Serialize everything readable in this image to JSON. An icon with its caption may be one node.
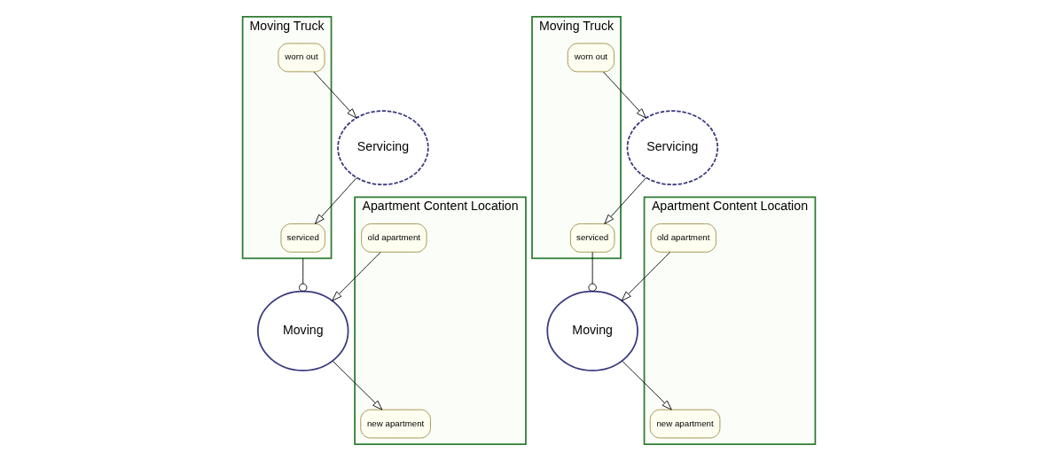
{
  "diagram": {
    "nodes": [
      {
        "text": [
          "Moving Truck"
        ]
      },
      {
        "text": [
          "worn out"
        ],
        "in": 0
      },
      {
        "text": [
          "serviced"
        ],
        "in": 0
      },
      {
        "text": [
          "Apartment Content Location"
        ]
      },
      {
        "text": [
          "old apartment"
        ],
        "in": 3
      },
      {
        "text": [
          "new apartment"
        ],
        "in": 3
      },
      {
        "text": [
          "Servicing"
        ]
      },
      {
        "text": [
          "Moving"
        ]
      },
      {
        "text": [
          "Moving Truck"
        ]
      },
      {
        "text": [
          "worn out"
        ],
        "in": 8
      },
      {
        "text": [
          "serviced"
        ],
        "in": 8
      },
      {
        "text": [
          "Apartment Content Location"
        ]
      },
      {
        "text": [
          "old apartment"
        ],
        "in": 11
      },
      {
        "text": [
          "new apartment"
        ],
        "in": 11
      },
      {
        "text": [
          "Servicing"
        ]
      },
      {
        "text": [
          "Moving"
        ]
      }
    ],
    "edges": [
      {
        "from": 1,
        "to": 6,
        "arrow": "to"
      },
      {
        "from": 6,
        "to": 2,
        "arrow": "to"
      },
      {
        "from": 0,
        "to": 7,
        "arrow": "other"
      },
      {
        "from": 4,
        "to": 7,
        "arrow": "to"
      },
      {
        "from": 7,
        "to": 5,
        "arrow": "to"
      },
      {
        "from": 9,
        "to": 14,
        "arrow": "to"
      },
      {
        "from": 14,
        "to": 10,
        "arrow": "to"
      },
      {
        "from": 10,
        "to": 15,
        "arrow": "other"
      },
      {
        "from": 12,
        "to": 15,
        "arrow": "to"
      },
      {
        "from": 15,
        "to": 13,
        "arrow": "to"
      }
    ]
  }
}
